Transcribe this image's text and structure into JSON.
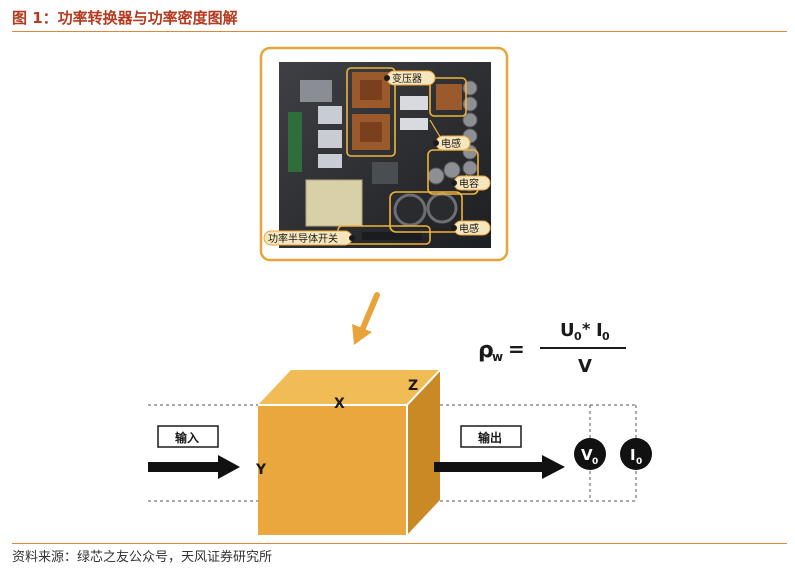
{
  "title": "图 1：功率转换器与功率密度图解",
  "source": "资料来源：绿芯之友公众号，天风证券研究所",
  "photo_labels": {
    "transformer": "变压器",
    "inductor_top": "电感",
    "capacitor": "电容",
    "inductor_bottom": "电感",
    "power_switch": "功率半导体开关"
  },
  "formula": {
    "lhs": "ρ",
    "lhs_sub": "w",
    "equals": "=",
    "numerator_u": "U",
    "numerator_u_sub": "0",
    "numerator_star": "*",
    "numerator_i": "I",
    "numerator_i_sub": "0",
    "denominator": "V"
  },
  "cube_labels": {
    "x": "X",
    "y": "Y",
    "z": "Z"
  },
  "input_label": "输入",
  "output_label": "输出",
  "voltage_symbol": "V",
  "voltage_sub": "0",
  "current_symbol": "I",
  "current_sub": "0",
  "colors": {
    "accent_orange": "#e8a43a",
    "cube_front": "#e9a73d",
    "cube_top": "#f1bb55",
    "cube_side": "#c98a25",
    "title_red": "#b33a1e",
    "rule_orange": "#e0883a"
  }
}
